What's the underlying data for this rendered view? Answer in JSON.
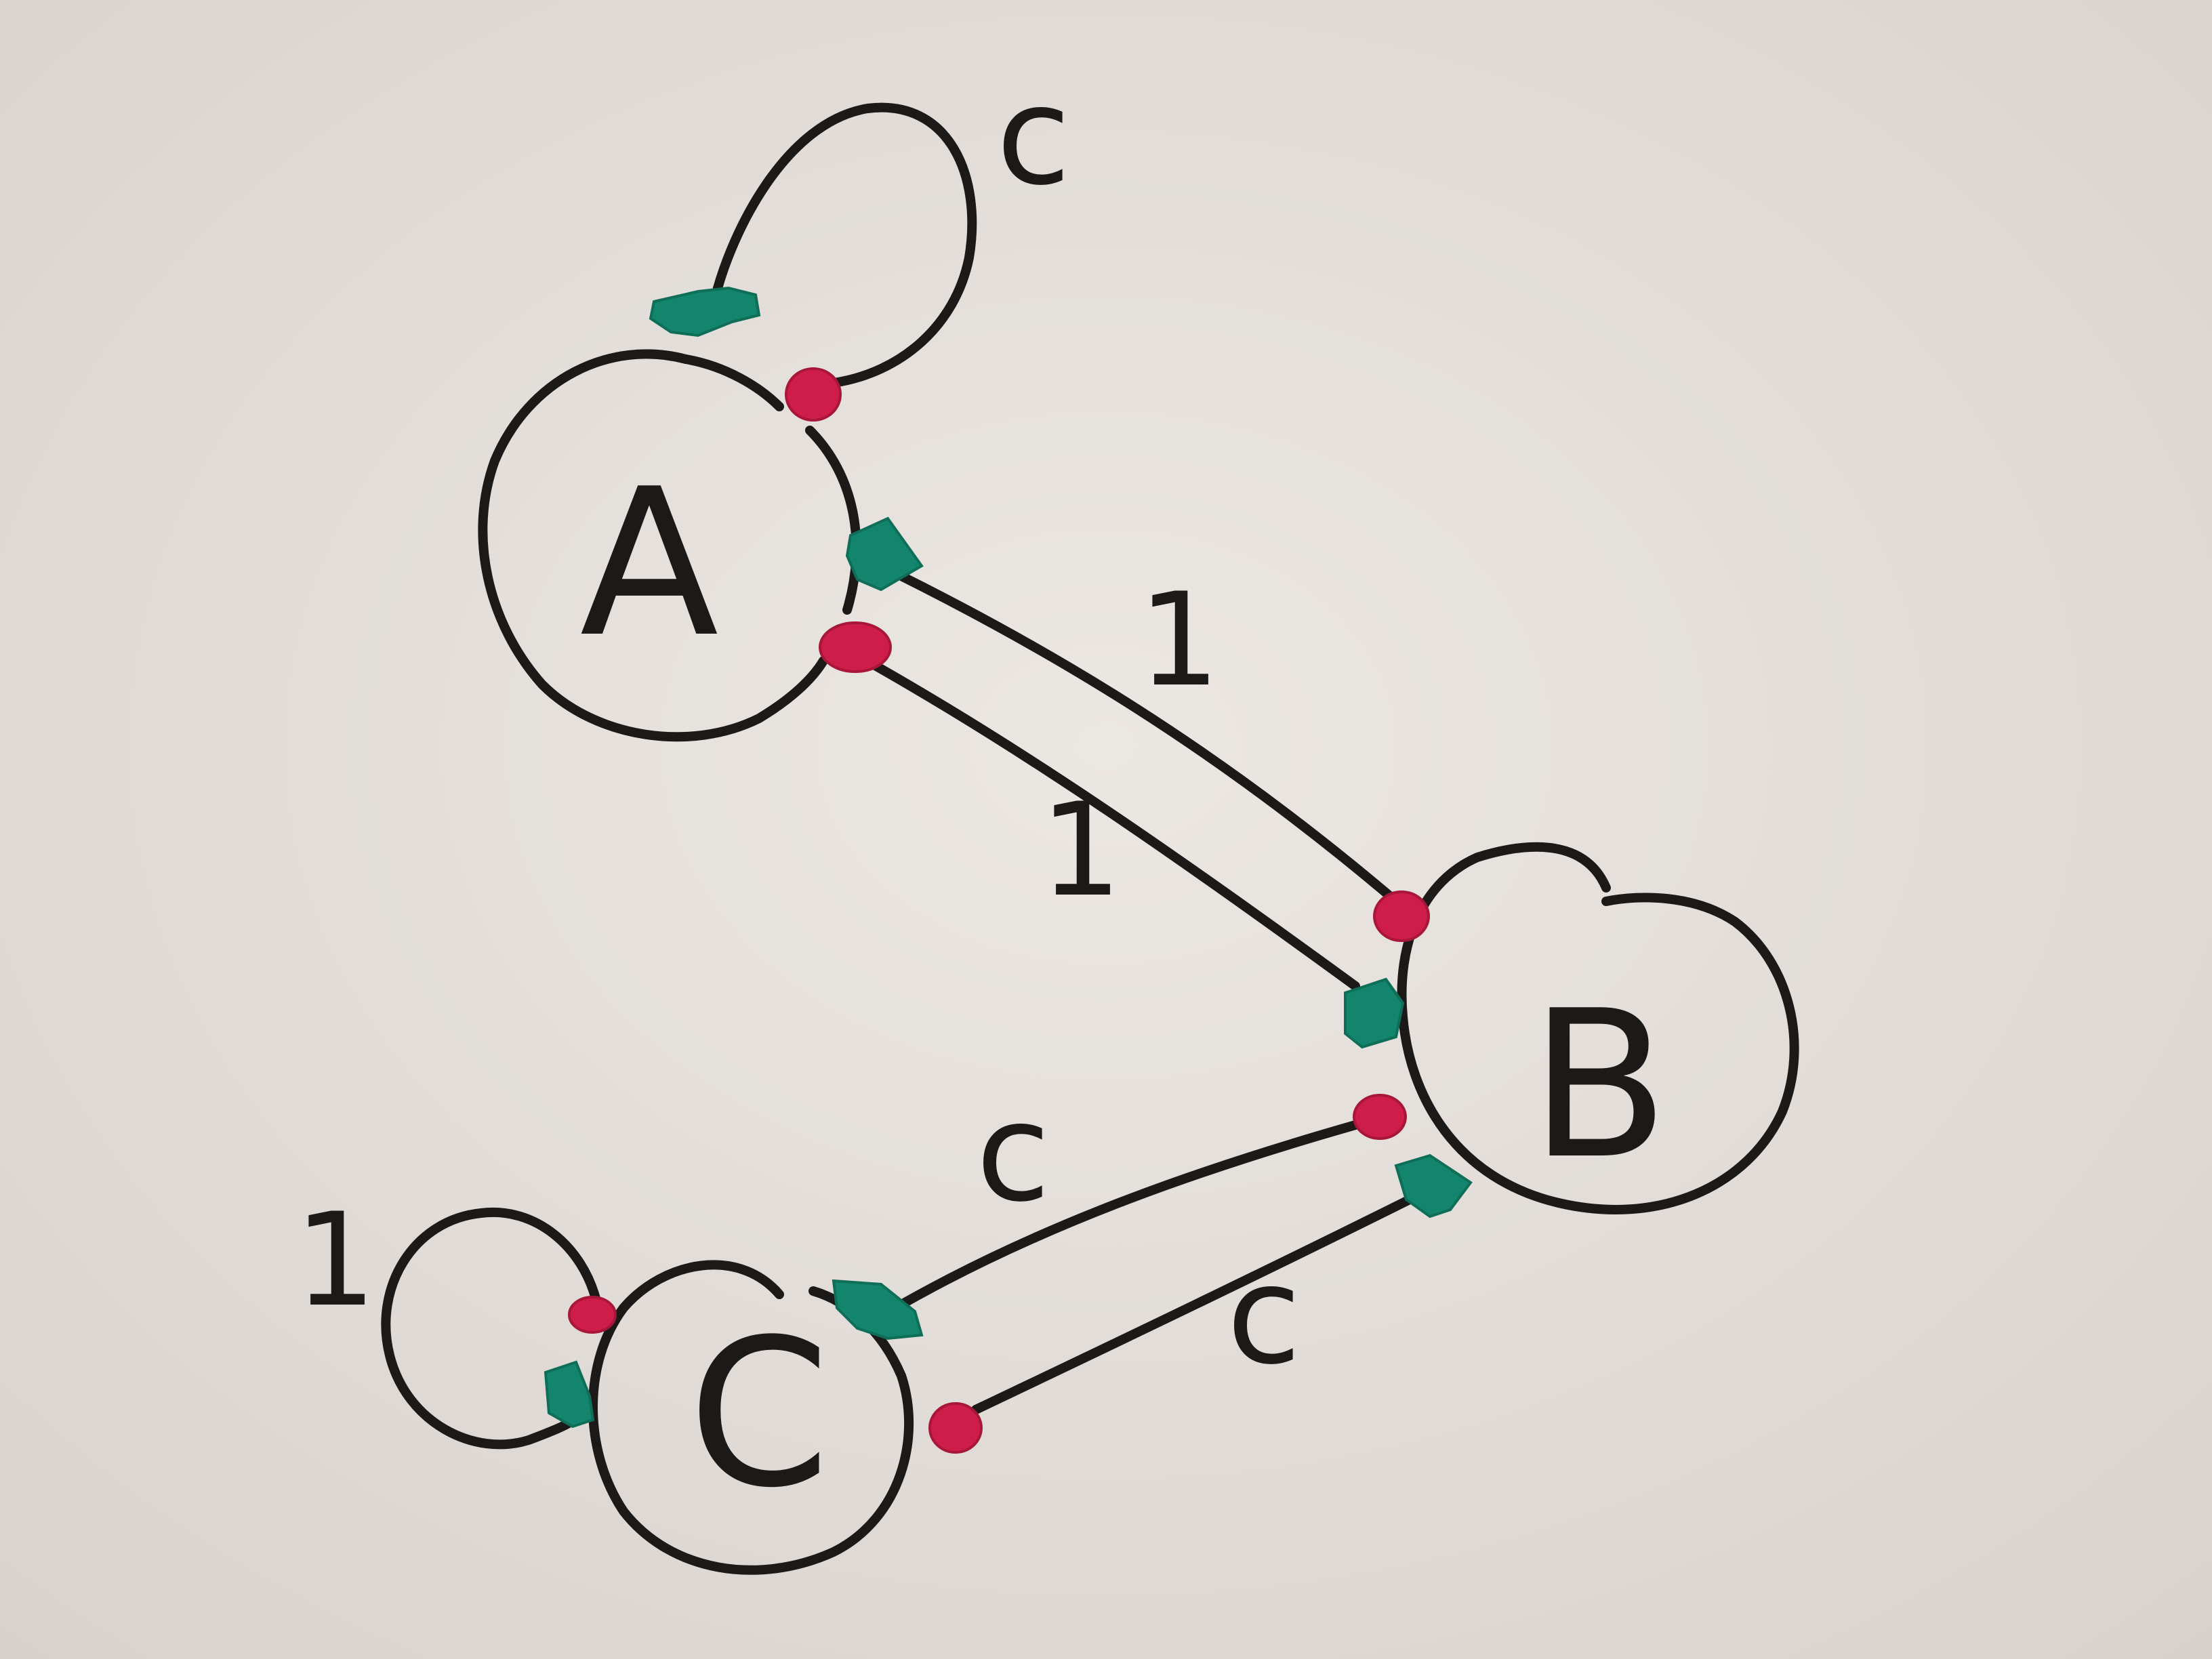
{
  "colors": {
    "board": "#e6e1dd",
    "ink": "#1c1a18",
    "green_marker": "#13856c",
    "red_marker": "#cf1d49"
  },
  "nodes": [
    {
      "id": "A",
      "label": "A"
    },
    {
      "id": "B",
      "label": "B"
    },
    {
      "id": "C",
      "label": "C"
    }
  ],
  "edges": [
    {
      "from": "A",
      "to": "A",
      "label": "c",
      "type": "self-loop"
    },
    {
      "from": "A",
      "to": "B",
      "label": "1"
    },
    {
      "from": "B",
      "to": "A",
      "label": "1"
    },
    {
      "from": "B",
      "to": "C",
      "label": "c"
    },
    {
      "from": "C",
      "to": "B",
      "label": "c"
    },
    {
      "from": "C",
      "to": "C",
      "label": "1",
      "type": "self-loop"
    }
  ],
  "markers": {
    "green": "edge-start-marker",
    "red": "edge-end-marker"
  }
}
